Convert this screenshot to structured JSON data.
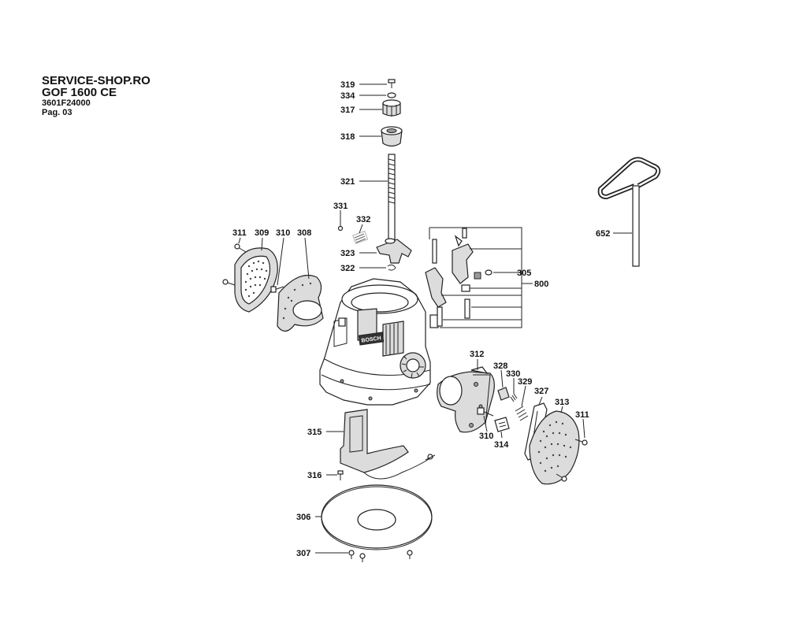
{
  "header": {
    "site": "SERVICE-SHOP.RO",
    "model": "GOF 1600 CE",
    "part_number": "3601F24000",
    "page": "Pag. 03"
  },
  "brand_mark": "BOSCH",
  "parts": {
    "p319": "319",
    "p334": "334",
    "p317": "317",
    "p318": "318",
    "p321": "321",
    "p331": "331",
    "p332": "332",
    "p323": "323",
    "p322": "322",
    "p311a": "311",
    "p309": "309",
    "p310a": "310",
    "p308": "308",
    "p305": "305",
    "p800": "800",
    "p652": "652",
    "p312": "312",
    "p328": "328",
    "p330": "330",
    "p329": "329",
    "p327": "327",
    "p313": "313",
    "p311b": "311",
    "p310b": "310",
    "p314": "314",
    "p315": "315",
    "p316": "316",
    "p306": "306",
    "p307": "307"
  }
}
